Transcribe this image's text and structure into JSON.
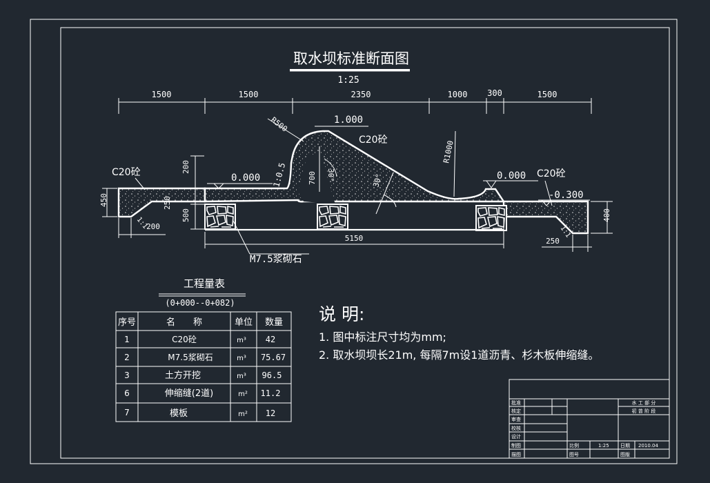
{
  "drawing": {
    "title": "取水坝标准断面图",
    "scale": "1:25",
    "top_dims": [
      "1500",
      "1500",
      "2350",
      "1000",
      "300",
      "1500"
    ],
    "labels": {
      "c20_left": "C20砼",
      "c20_mid": "C20砼",
      "c20_right": "C20砼",
      "r500": "R500",
      "r1000": "R1000",
      "crest_w": "1.000",
      "elev_left": "0.000",
      "elev_right": "0.000",
      "elev_far_right": "-0.300",
      "slope_up": "1:0.5",
      "angle_top": "30°",
      "angle_bottom": "30°",
      "dim_200_top": "200",
      "dim_700": "700",
      "dim_450": "450",
      "dim_250": "250",
      "dim_500": "500",
      "dim_200_bottom": "200",
      "slope_left": "1:1",
      "dim_5150": "5150",
      "dim_400": "400",
      "dim_250_right": "250",
      "slope_right": "1:1",
      "masonry": "M7.5浆砌石"
    }
  },
  "quantities": {
    "title": "工程量表",
    "range": "(0+000--0+082)",
    "headers": [
      "序号",
      "名　　称",
      "单位",
      "数量"
    ],
    "rows": [
      {
        "no": "1",
        "name": "C20砼",
        "unit": "m³",
        "qty": "42"
      },
      {
        "no": "2",
        "name": "M7.5浆砌石",
        "unit": "m³",
        "qty": "75.67"
      },
      {
        "no": "3",
        "name": "土方开挖",
        "unit": "m³",
        "qty": "96.5"
      },
      {
        "no": "6",
        "name": "伸缩缝(2道)",
        "unit": "m²",
        "qty": "11.2"
      },
      {
        "no": "7",
        "name": "模板",
        "unit": "m²",
        "qty": "12"
      }
    ]
  },
  "notes": {
    "heading": "说 明:",
    "items": [
      "1. 图中标注尺寸均为mm;",
      "2. 取水坝坝长21m, 每隔7m设1道沥青、杉木板伸缩缝。"
    ]
  },
  "title_block": {
    "left_labels": [
      "批准",
      "核定",
      "审查",
      "校核",
      "设计",
      "制图",
      "描图"
    ],
    "org_line1": "水 工 部 分",
    "org_line2": "初 曾 阶 段",
    "scale_label": "比例",
    "scale_value": "1:25",
    "date_label": "日期",
    "date_value": "2010.04",
    "drawing_no_label": "图号",
    "sheet_label": "图版"
  }
}
